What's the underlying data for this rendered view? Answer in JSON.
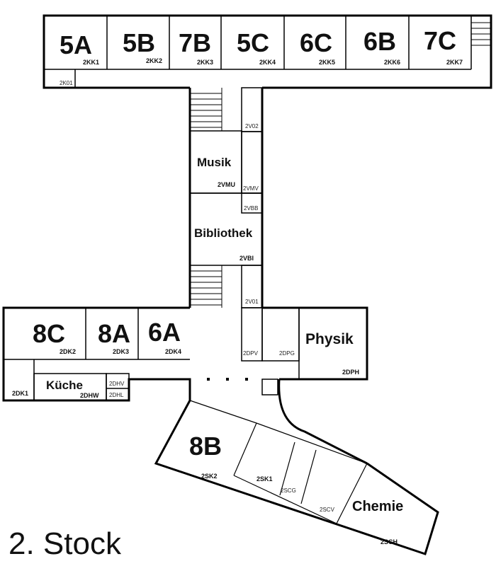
{
  "floor_title": "2. Stock",
  "colors": {
    "line": "#000000",
    "background": "#ffffff"
  },
  "rooms": {
    "r5a": {
      "name": "5A",
      "code": "2KK1"
    },
    "r5b": {
      "name": "5B",
      "code": "2KK2"
    },
    "r7b": {
      "name": "7B",
      "code": "2KK3"
    },
    "r5c": {
      "name": "5C",
      "code": "2KK4"
    },
    "r6c": {
      "name": "6C",
      "code": "2KK5"
    },
    "r6b": {
      "name": "6B",
      "code": "2KK6"
    },
    "r7c": {
      "name": "7C",
      "code": "2KK7"
    },
    "musik": {
      "name": "Musik",
      "code": "2VMU"
    },
    "bibliothek": {
      "name": "Bibliothek",
      "code": "2VBI"
    },
    "r8c": {
      "name": "8C",
      "code": "2DK2"
    },
    "r8a": {
      "name": "8A",
      "code": "2DK3"
    },
    "r6a": {
      "name": "6A",
      "code": "2DK4"
    },
    "physik": {
      "name": "Physik",
      "code": "2DPH"
    },
    "kueche": {
      "name": "Küche",
      "code": "2DHW"
    },
    "r8b": {
      "name": "8B",
      "code": "2SK2"
    },
    "chemie": {
      "name": "Chemie",
      "code": "2SCH"
    }
  },
  "small_labels": {
    "k01": "2K01",
    "v02": "2V02",
    "vmv": "2VMV",
    "vbb": "2VBB",
    "v01": "2V01",
    "dpv": "2DPV",
    "dpg": "2DPG",
    "dk1": "2DK1",
    "dhv": "2DHV",
    "dhl": "2DHL",
    "sk1": "2SK1",
    "scg": "2SCG",
    "scv": "2SCV"
  }
}
